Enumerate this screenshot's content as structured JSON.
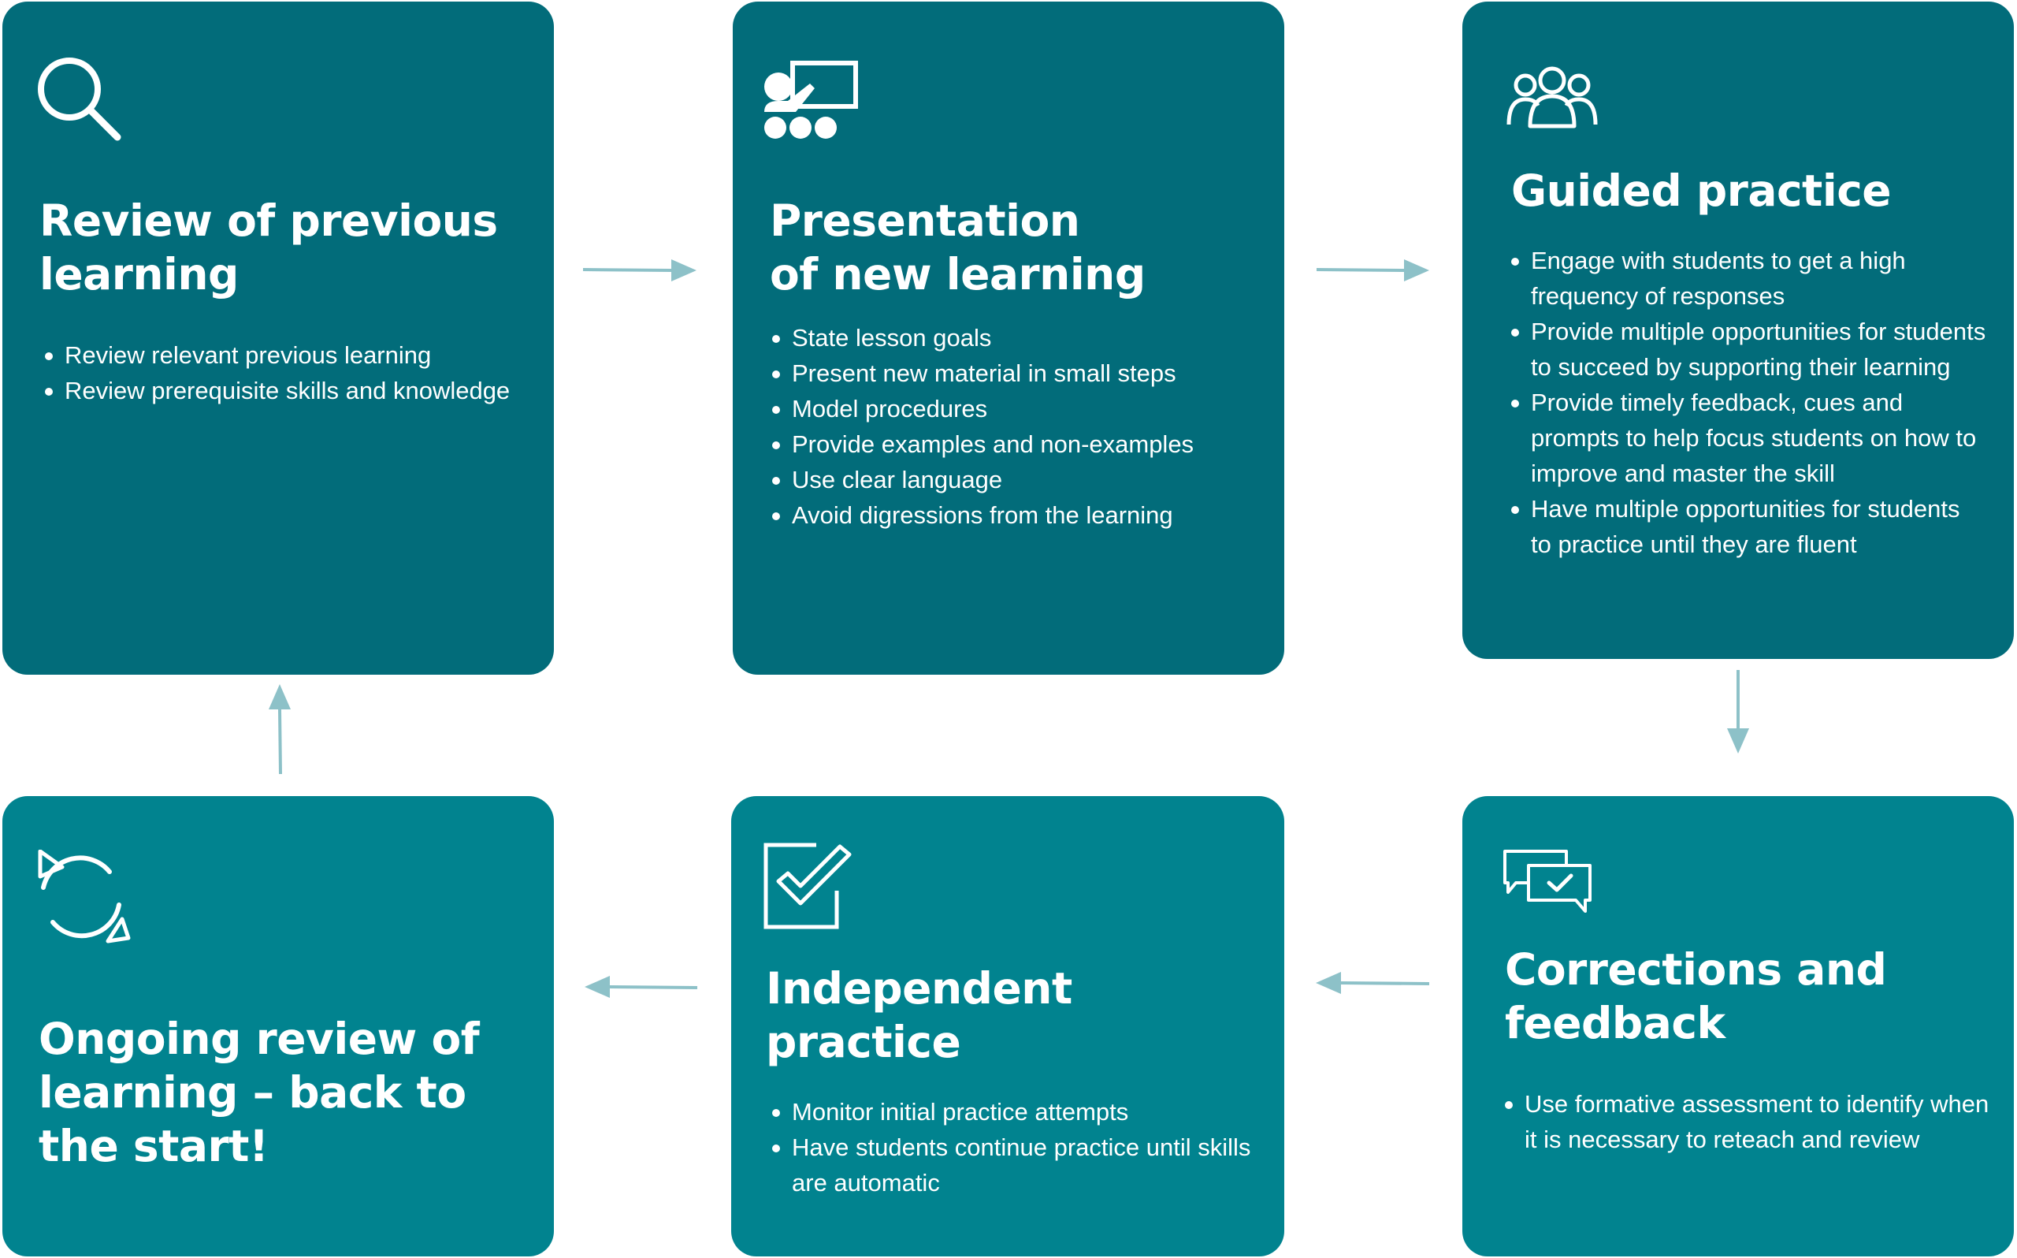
{
  "steps": [
    {
      "title": "Review of previous\nlearning",
      "icon": "magnifier-icon",
      "bullets": [
        "Review relevant previous learning",
        "Review prerequisite skills and knowledge"
      ]
    },
    {
      "title": "Presentation\nof new learning",
      "icon": "teacher-at-board-icon",
      "bullets": [
        "State lesson goals",
        "Present new material in small steps",
        "Model procedures",
        "Provide examples and non-examples",
        "Use clear language",
        "Avoid digressions from the learning"
      ]
    },
    {
      "title": "Guided practice",
      "icon": "group-icon",
      "bullets": [
        "Engage with students to get a high frequency of responses",
        "Provide multiple opportunities for students to succeed by supporting their learning",
        "Provide timely feedback, cues and prompts to help focus students on how to improve and master the skill",
        "Have multiple opportunities for students to practice until they are fluent"
      ]
    },
    {
      "title": "Corrections and\nfeedback",
      "icon": "speech-bubbles-check-icon",
      "bullets": [
        "Use formative assessment to identify when it is necessary to reteach and review"
      ]
    },
    {
      "title": "Independent\npractice",
      "icon": "checkbox-tick-icon",
      "bullets": [
        "Monitor initial practice attempts",
        "Have students continue practice until skills are automatic"
      ]
    },
    {
      "title": "Ongoing review of\nlearning – back to\nthe start!",
      "icon": "refresh-cycle-icon",
      "bullets": []
    }
  ],
  "colors": {
    "card_dark": "#026c7a",
    "card_light": "#01838f",
    "arrow": "#8dc1c8",
    "text": "#ffffff"
  }
}
